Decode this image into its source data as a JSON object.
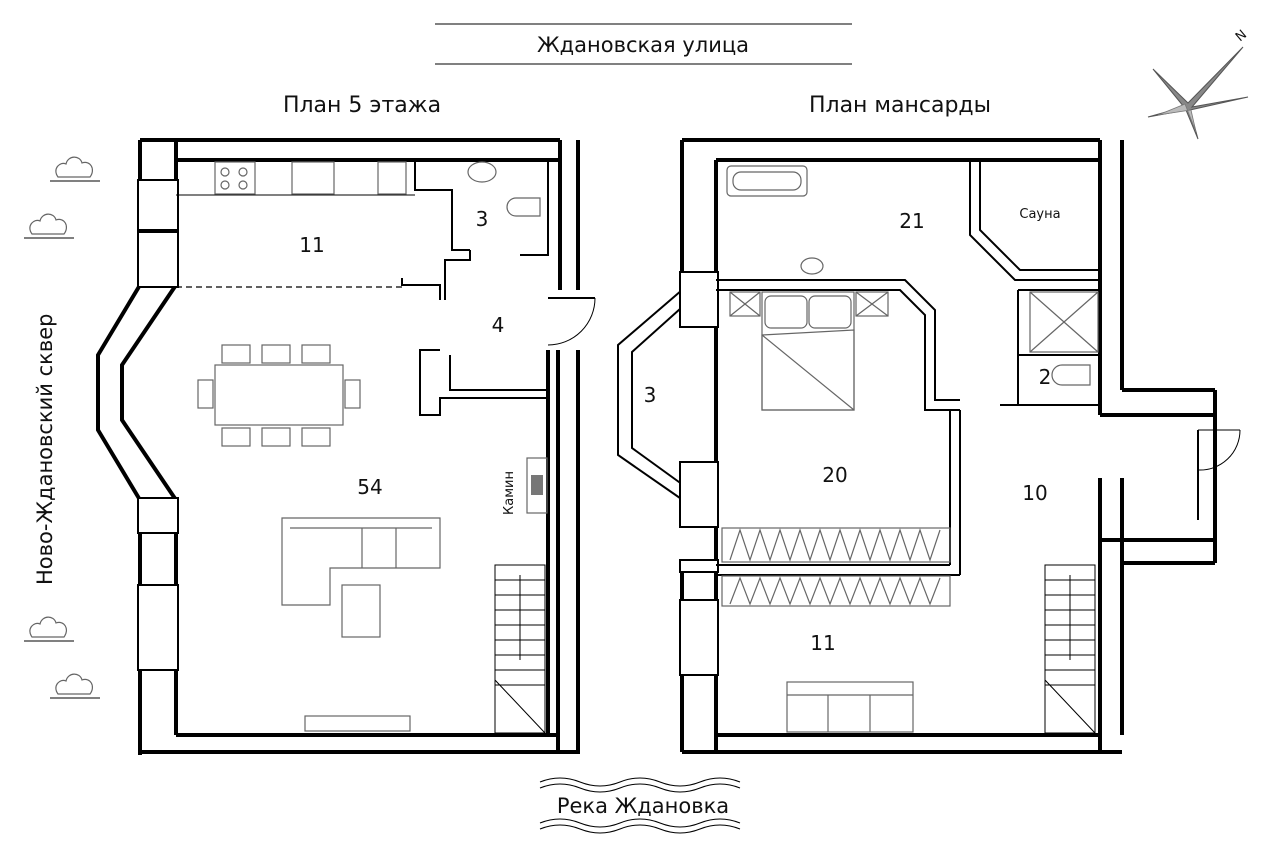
{
  "labels": {
    "street": "Ждановская улица",
    "river": "Река Ждановка",
    "square": "Ново-Ждановский сквер",
    "plan_floor5": "План 5 этажа",
    "plan_attic": "План мансарды",
    "compass_letter": "N"
  },
  "floor5_rooms": [
    {
      "id": "kitchen",
      "label": "11"
    },
    {
      "id": "bath",
      "label": "3"
    },
    {
      "id": "hall",
      "label": "4"
    },
    {
      "id": "living",
      "label": "54"
    },
    {
      "id": "fireplace",
      "label": "Камин"
    }
  ],
  "attic_rooms": [
    {
      "id": "bathroom",
      "label": "21"
    },
    {
      "id": "sauna",
      "label": "Сауна"
    },
    {
      "id": "closet",
      "label": "3"
    },
    {
      "id": "wc",
      "label": "2"
    },
    {
      "id": "bedroom",
      "label": "20"
    },
    {
      "id": "stairhall",
      "label": "10"
    },
    {
      "id": "lounge",
      "label": "11"
    }
  ],
  "icons": [
    "tree-icon",
    "compass-rose-icon",
    "stairs-icon",
    "sofa-icon",
    "bed-icon",
    "table-icon",
    "bathtub-icon",
    "toilet-icon",
    "sink-icon",
    "stove-icon"
  ]
}
